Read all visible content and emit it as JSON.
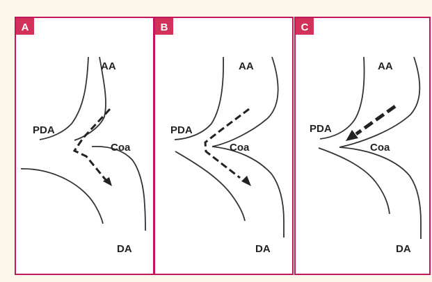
{
  "colors": {
    "frame": "#c2185b",
    "badge_bg": "#d2325a",
    "badge_text": "#ffffff",
    "panel_bg": "#ffffff",
    "page_bg": "#fbf7ea",
    "line": "#333333",
    "arrow": "#222222"
  },
  "panels": [
    {
      "badge": "A",
      "labels": {
        "aa": "AA",
        "pda": "PDA",
        "coa": "Coa",
        "da": "DA"
      }
    },
    {
      "badge": "B",
      "labels": {
        "aa": "AA",
        "pda": "PDA",
        "coa": "Coa",
        "da": "DA"
      }
    },
    {
      "badge": "C",
      "labels": {
        "aa": "AA",
        "pda": "PDA",
        "coa": "Coa",
        "da": "DA"
      }
    }
  ]
}
